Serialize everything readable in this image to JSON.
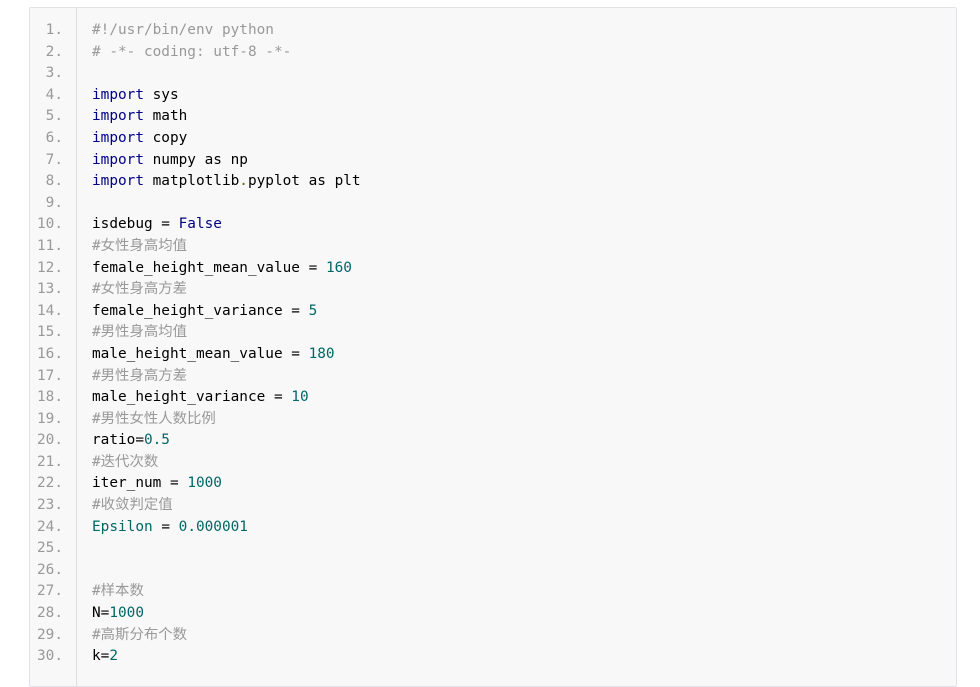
{
  "colors": {
    "comment": "#999999",
    "keyword": "#000088",
    "number": "#006666",
    "plain": "#000000",
    "line_number": "#999999",
    "panel_bg": "#f8f8f8"
  },
  "lines": [
    {
      "n": "1.",
      "tokens": [
        {
          "t": "#!/usr/bin/env python",
          "k": "comment"
        }
      ]
    },
    {
      "n": "2.",
      "tokens": [
        {
          "t": "# -*- coding: utf-8 -*-",
          "k": "comment"
        }
      ]
    },
    {
      "n": "3.",
      "tokens": []
    },
    {
      "n": "4.",
      "tokens": [
        {
          "t": "import",
          "k": "keyword"
        },
        {
          "t": " sys",
          "k": "plain"
        }
      ]
    },
    {
      "n": "5.",
      "tokens": [
        {
          "t": "import",
          "k": "keyword"
        },
        {
          "t": " math",
          "k": "plain"
        }
      ]
    },
    {
      "n": "6.",
      "tokens": [
        {
          "t": "import",
          "k": "keyword"
        },
        {
          "t": " copy",
          "k": "plain"
        }
      ]
    },
    {
      "n": "7.",
      "tokens": [
        {
          "t": "import",
          "k": "keyword"
        },
        {
          "t": " numpy as np",
          "k": "plain"
        }
      ]
    },
    {
      "n": "8.",
      "tokens": [
        {
          "t": "import",
          "k": "keyword"
        },
        {
          "t": " matplotlib",
          "k": "plain"
        },
        {
          "t": ".",
          "k": "dot"
        },
        {
          "t": "pyplot as plt",
          "k": "plain"
        }
      ]
    },
    {
      "n": "9.",
      "tokens": []
    },
    {
      "n": "10.",
      "tokens": [
        {
          "t": "isdebug = ",
          "k": "plain"
        },
        {
          "t": "False",
          "k": "keyword"
        }
      ]
    },
    {
      "n": "11.",
      "tokens": [
        {
          "t": "#女性身高均值",
          "k": "comment"
        }
      ]
    },
    {
      "n": "12.",
      "tokens": [
        {
          "t": "female_height_mean_value = ",
          "k": "plain"
        },
        {
          "t": "160",
          "k": "number"
        }
      ]
    },
    {
      "n": "13.",
      "tokens": [
        {
          "t": "#女性身高方差",
          "k": "comment"
        }
      ]
    },
    {
      "n": "14.",
      "tokens": [
        {
          "t": "female_height_variance = ",
          "k": "plain"
        },
        {
          "t": "5",
          "k": "number"
        }
      ]
    },
    {
      "n": "15.",
      "tokens": [
        {
          "t": "#男性身高均值",
          "k": "comment"
        }
      ]
    },
    {
      "n": "16.",
      "tokens": [
        {
          "t": "male_height_mean_value = ",
          "k": "plain"
        },
        {
          "t": "180",
          "k": "number"
        }
      ]
    },
    {
      "n": "17.",
      "tokens": [
        {
          "t": "#男性身高方差",
          "k": "comment"
        }
      ]
    },
    {
      "n": "18.",
      "tokens": [
        {
          "t": "male_height_variance = ",
          "k": "plain"
        },
        {
          "t": "10",
          "k": "number"
        }
      ]
    },
    {
      "n": "19.",
      "tokens": [
        {
          "t": "#男性女性人数比例",
          "k": "comment"
        }
      ]
    },
    {
      "n": "20.",
      "tokens": [
        {
          "t": "ratio=",
          "k": "plain"
        },
        {
          "t": "0.5",
          "k": "number"
        }
      ]
    },
    {
      "n": "21.",
      "tokens": [
        {
          "t": "#迭代次数",
          "k": "comment"
        }
      ]
    },
    {
      "n": "22.",
      "tokens": [
        {
          "t": "iter_num = ",
          "k": "plain"
        },
        {
          "t": "1000",
          "k": "number"
        }
      ]
    },
    {
      "n": "23.",
      "tokens": [
        {
          "t": "#收敛判定值",
          "k": "comment"
        }
      ]
    },
    {
      "n": "24.",
      "tokens": [
        {
          "t": "Epsilon",
          "k": "teal"
        },
        {
          "t": " = ",
          "k": "plain"
        },
        {
          "t": "0.000001",
          "k": "number"
        }
      ]
    },
    {
      "n": "25.",
      "tokens": []
    },
    {
      "n": "26.",
      "tokens": []
    },
    {
      "n": "27.",
      "tokens": [
        {
          "t": "#样本数",
          "k": "comment"
        }
      ]
    },
    {
      "n": "28.",
      "tokens": [
        {
          "t": "N=",
          "k": "plain"
        },
        {
          "t": "1000",
          "k": "number"
        }
      ]
    },
    {
      "n": "29.",
      "tokens": [
        {
          "t": "#高斯分布个数",
          "k": "comment"
        }
      ]
    },
    {
      "n": "30.",
      "tokens": [
        {
          "t": "k=",
          "k": "plain"
        },
        {
          "t": "2",
          "k": "number"
        }
      ]
    }
  ]
}
